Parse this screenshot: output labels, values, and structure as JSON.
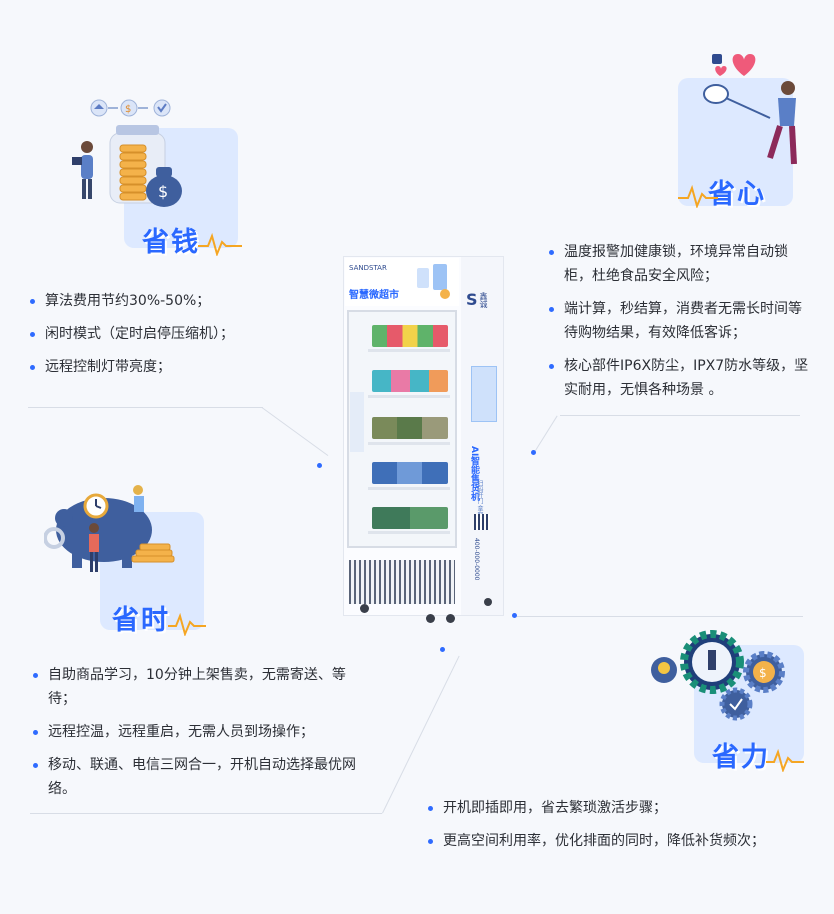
{
  "brand": {
    "logo_letter": "S",
    "logo_name": "SANDSTAR",
    "logo_cn": "鑫诚",
    "header": "智慧微超市",
    "side_label": "AI智能售货机",
    "hotline": "400-000-0000",
    "scan_text": "扫码开门 拿取商品"
  },
  "sections": {
    "save_money": {
      "title": "省钱",
      "items": [
        "算法费用节约30%-50%；",
        "闲时模式（定时启停压缩机）；",
        "远程控制灯带亮度；"
      ]
    },
    "peace_of_mind": {
      "title": "省心",
      "items": [
        "温度报警加健康锁，环境异常自动锁柜，杜绝食品安全风险；",
        "端计算，秒结算，消费者无需长时间等待购物结果，有效降低客诉；",
        "核心部件IP6X防尘，IPX7防水等级，坚实耐用，无惧各种场景 。"
      ]
    },
    "save_time": {
      "title": "省时",
      "items": [
        "自助商品学习，10分钟上架售卖，无需寄送、等待；",
        "远程控温，远程重启，无需人员到场操作；",
        "移动、联通、电信三网合一，开机自动选择最优网络。"
      ]
    },
    "save_effort": {
      "title": "省力",
      "items": [
        "开机即插即用，省去繁琐激活步骤；",
        "更高空间利用率，优化排面的同时，降低补货频次；"
      ]
    }
  },
  "colors": {
    "accent": "#2f6bff",
    "title_blue": "#2a68ff",
    "pulse": "#f5a623",
    "panel": "#dde9ff"
  }
}
